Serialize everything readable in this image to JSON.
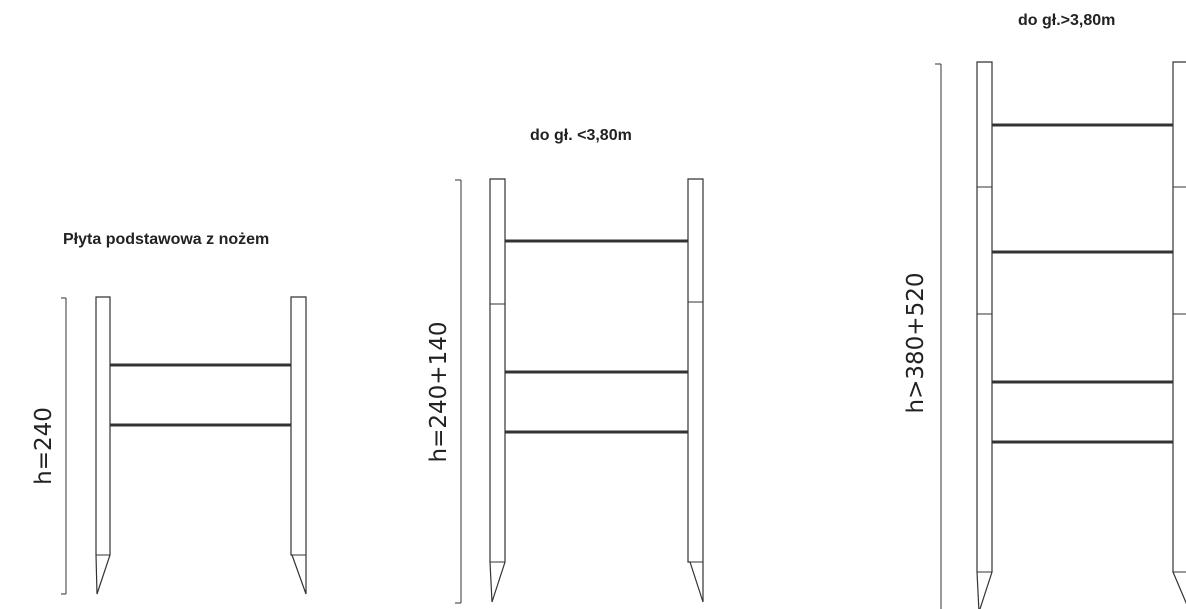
{
  "panels": [
    {
      "caption": "Płyta podstawowa z nożem",
      "height_label": "h=240"
    },
    {
      "caption": "do gł. <3,80m",
      "height_label": "h=240+140"
    },
    {
      "caption": "do gł.>3,80m",
      "height_label": "h>380+520"
    }
  ],
  "colors": {
    "line": "#333333",
    "text": "#222222",
    "background": "#ffffff"
  }
}
